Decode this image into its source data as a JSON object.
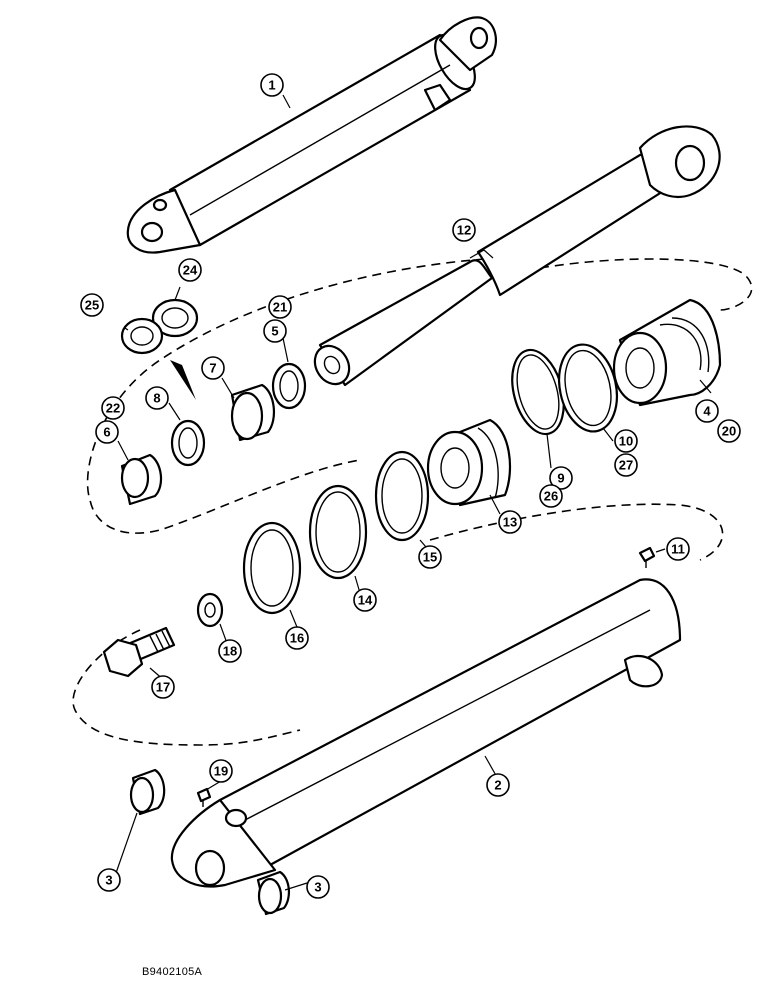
{
  "figure_id": "B9402105A",
  "callouts": {
    "c1": "1",
    "c2": "2",
    "c3a": "3",
    "c3b": "3",
    "c4": "4",
    "c20": "20",
    "c5": "5",
    "c21": "21",
    "c6": "6",
    "c22": "22",
    "c7": "7",
    "c8": "8",
    "c9": "9",
    "c26": "26",
    "c10": "10",
    "c27": "27",
    "c11": "11",
    "c12": "12",
    "c13": "13",
    "c14": "14",
    "c15": "15",
    "c16": "16",
    "c17": "17",
    "c18": "18",
    "c19": "19",
    "c24": "24",
    "c25": "25"
  }
}
